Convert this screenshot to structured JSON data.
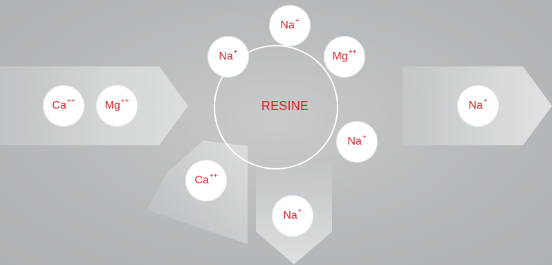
{
  "colors": {
    "label_red": "#d2232a",
    "ion_bg": "#ffffff",
    "arrow_light": "#d8dbdc",
    "arrow_mid": "#c8cbcd"
  },
  "diagram": {
    "resin_label": "RESINE",
    "ions": {
      "left_ca": {
        "symbol": "Ca",
        "charge": "++"
      },
      "left_mg": {
        "symbol": "Mg",
        "charge": "++"
      },
      "top_na": {
        "symbol": "Na",
        "charge": "+"
      },
      "upper_left_na": {
        "symbol": "Na",
        "charge": "+"
      },
      "upper_right_mg": {
        "symbol": "Mg",
        "charge": "++"
      },
      "right_ring_na": {
        "symbol": "Na",
        "charge": "+"
      },
      "lower_ca": {
        "symbol": "Ca",
        "charge": "++"
      },
      "lower_na": {
        "symbol": "Na",
        "charge": "+"
      },
      "right_na": {
        "symbol": "Na",
        "charge": "+"
      }
    }
  }
}
